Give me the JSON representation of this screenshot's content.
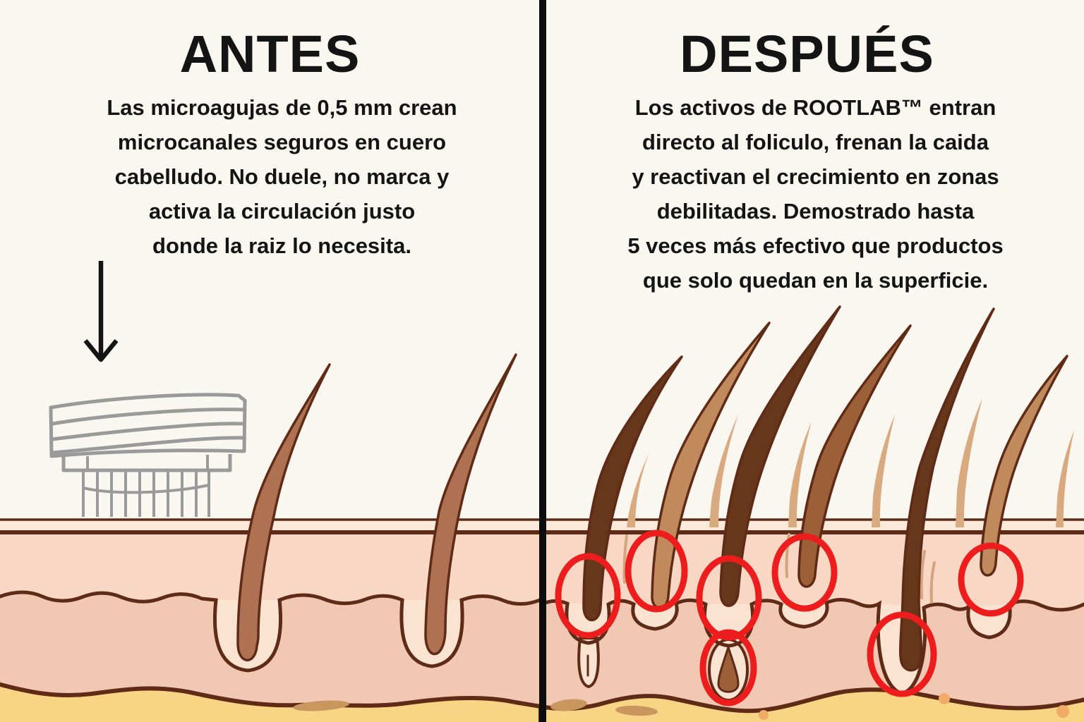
{
  "left_panel": {
    "title": "ANTES",
    "paragraph_lines": [
      "Las microagujas de 0,5 mm crean",
      "microcanales seguros en cuero",
      "cabelludo. No duele, no marca y",
      "activa la circulación justo",
      "donde la raiz lo necesita."
    ]
  },
  "right_panel": {
    "title": "DESPUÉS",
    "paragraph_lines": [
      "Los activos de ROOTLAB™ entran",
      "directo al foliculo, frenan la caida",
      "y reactivan el crecimiento en zonas",
      "debilitadas. Demostrado hasta",
      "5 veces más efectivo que productos",
      "que solo quedan en la superficie."
    ]
  },
  "illustration": {
    "left_scene": "derma-stamp device with microneedles above scalp cross-section, two hair follicles",
    "right_scene": "dense hairs growing from scalp cross-section, seven follicle roots highlighted with red circles",
    "highlight_circles_count": 7,
    "colors": {
      "background": "#faf7f0",
      "ink": "#141414",
      "divider": "#0d0d0d",
      "outline": "#5f2a16",
      "epidermis": "#f8d8c5",
      "surface_strip": "#fbe9da",
      "dermis": "#f0c8b4",
      "fat": "#f8d584",
      "follicle_canal": "#fbe3d1",
      "hair_medium": "#ae7252",
      "hair_dark": "#66371a",
      "hair_brown": "#9c6038",
      "hair_tan": "#c08a5c",
      "hair_light": "#d9aa80",
      "hair_wisp": "#d3a47d",
      "fat_blob": "#c9965e",
      "fat_dot": "#f0ac66",
      "device_gray": "#9a9a9a",
      "highlight_red": "#ee1d1d",
      "arrow_black": "#141414"
    }
  }
}
